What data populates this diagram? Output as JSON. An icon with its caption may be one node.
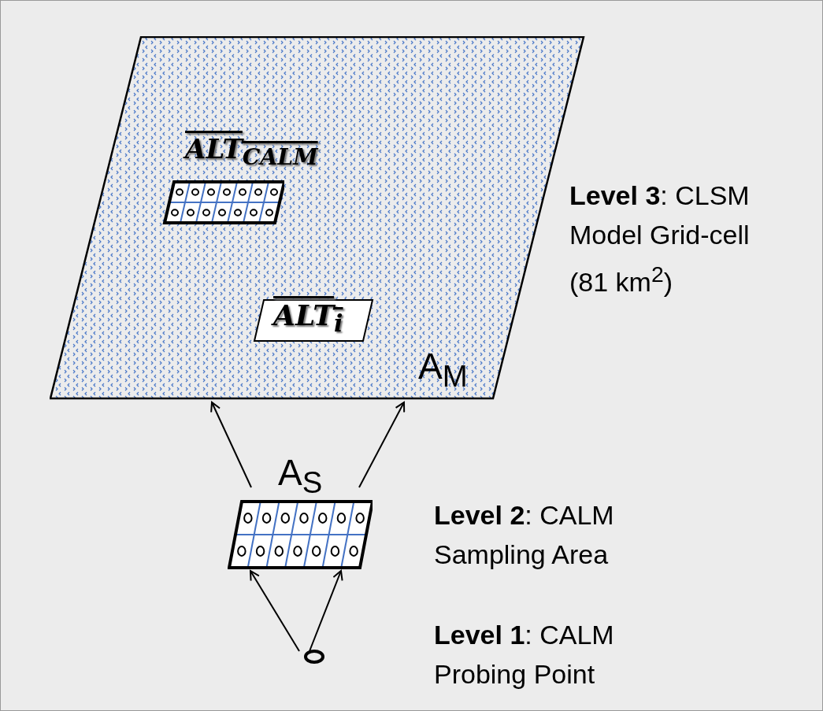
{
  "diagram": {
    "nodes": [
      {
        "text": [
          "A$_{M}$"
        ]
      },
      {
        "text": [
          "ALT$_{CALM}$"
        ],
        "in": 0
      },
      {
        "text": [
          "ALT$_{i}$"
        ],
        "in": 0
      },
      {
        "text": [
          "A$_{S}$"
        ]
      },
      {
        "text": [],
        "shape": "circle"
      }
    ],
    "edges": [
      {
        "from": 3,
        "to": 0,
        "arrow": "to"
      },
      {
        "from": 3,
        "to": 0,
        "arrow": "to"
      },
      {
        "from": 4,
        "to": 3,
        "arrow": "to"
      },
      {
        "from": 4,
        "to": 3,
        "arrow": "to"
      }
    ],
    "labels": [
      "**Level 3**: CLSM Model Grid-cell (81 km$^{2}$)",
      "**Level 2**: CALM Sampling Area",
      "**Level 1**: CALM Probing Point"
    ]
  }
}
